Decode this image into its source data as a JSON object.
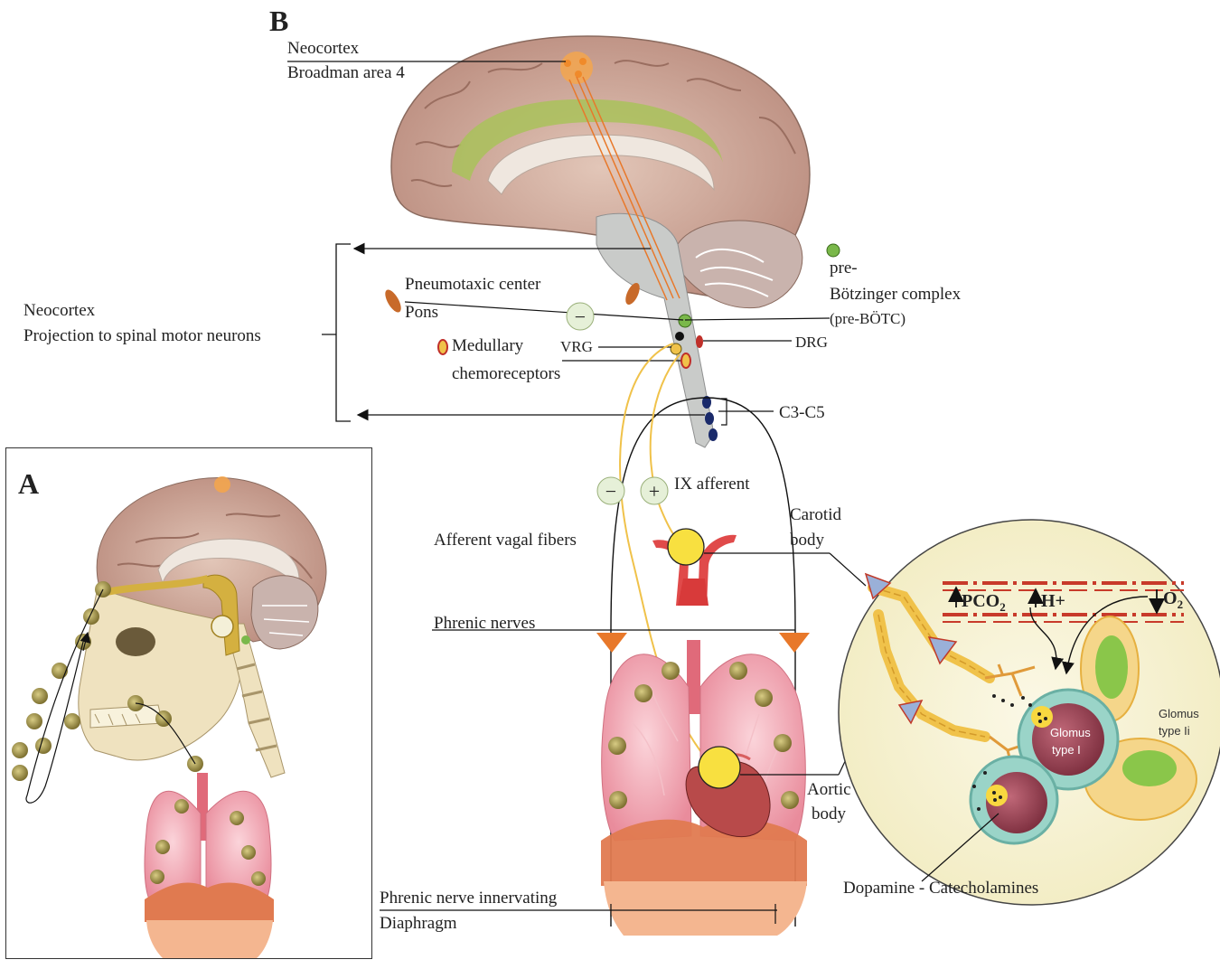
{
  "panel_labels": {
    "a": "A",
    "b": "B"
  },
  "labels": {
    "neocortex_top_1": "Neocortex",
    "neocortex_top_2": "Broadman area 4",
    "neocortex_left_1": "Neocortex",
    "neocortex_left_2": "Projection to spinal motor neurons",
    "pneumotaxic": "Pneumotaxic  center",
    "pons": "Pons",
    "medullary_1": "Medullary",
    "medullary_2": "chemoreceptors",
    "vrg": "VRG",
    "pre_botc_1": "pre-",
    "pre_botc_2": "Bötzinger  complex",
    "pre_botc_3": "(pre-BÖTC)",
    "drg": "DRG",
    "c3c5": "C3-C5",
    "ix_afferent": "IX afferent",
    "afferent_vagal": "Afferent vagal fibers",
    "carotid_1": "Carotid",
    "carotid_2": "body",
    "phrenic_nerves": "Phrenic nerves",
    "aortic_1": "Aortic",
    "aortic_2": "body",
    "phrenic_innervating_1": "Phrenic nerve innervating",
    "phrenic_innervating_2": "Diaphragm",
    "dopamine": "Dopamine   - Catecholamines",
    "pco2": "PCO",
    "pco2_sub": "2",
    "hplus": "H+",
    "o2": "O",
    "o2_sub": "2",
    "glomus_1_a": "Glomus",
    "glomus_1_b": "type I",
    "glomus_2_a": "Glomus",
    "glomus_2_b": "type Ii"
  },
  "symbols": {
    "minus": "−",
    "plus": "+"
  },
  "colors": {
    "brain": "#c9a89a",
    "cingulate": "#a9c25a",
    "brainstem": "#c9cbc9",
    "lung": "#f0a9b4",
    "diaphragm": "#f0906a",
    "nodule": "#a89a4a",
    "chemo_circle": "#f8f4d8",
    "glomus_teal": "#7fc4b8",
    "glomus_maroon": "#9c4a5a",
    "yellow_nerve": "#f0c24a",
    "orange_marker": "#e8782a",
    "red_dash": "#c83a2a"
  }
}
